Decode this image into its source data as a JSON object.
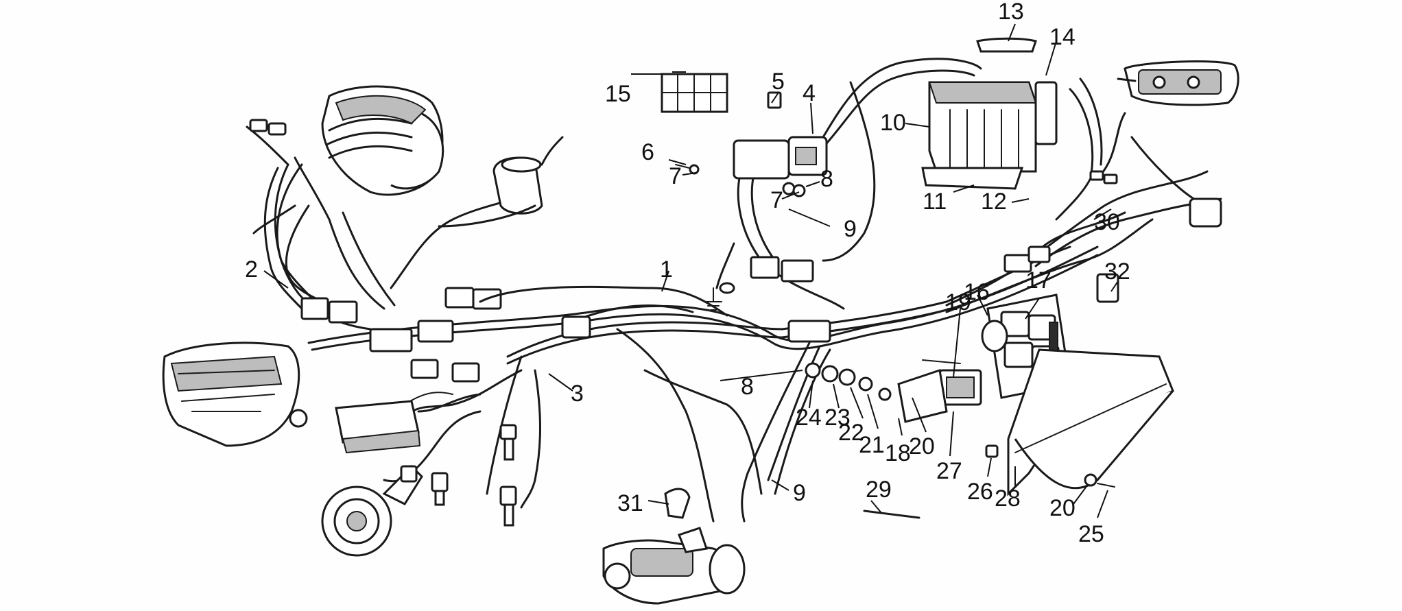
{
  "callouts": {
    "c1": "1",
    "c2": "2",
    "c3": "3",
    "c4": "4",
    "c5": "5",
    "c6": "6",
    "c7a": "7",
    "c7b": "7",
    "c8a": "8",
    "c8b": "8",
    "c9a": "9",
    "c9b": "9",
    "c10": "10",
    "c11": "11",
    "c12": "12",
    "c13": "13",
    "c14": "14",
    "c15": "15",
    "c16": "16",
    "c17": "17",
    "c18": "18",
    "c19": "19",
    "c20a": "20",
    "c20b": "20",
    "c21": "21",
    "c22": "22",
    "c23": "23",
    "c24": "24",
    "c25": "25",
    "c26": "26",
    "c27": "27",
    "c28": "28",
    "c29": "29",
    "c30": "30",
    "c31": "31",
    "c32": "32"
  },
  "icons": {
    "headlight": "headlight-icon",
    "instrument_cluster": "instrument-cluster-icon",
    "horn": "horn-icon",
    "starter_motor": "starter-motor-icon",
    "battery": "battery-icon",
    "tail_light": "tail-light-icon",
    "fuse_box": "fuse-box-icon",
    "ground": "ground-symbol-icon"
  }
}
